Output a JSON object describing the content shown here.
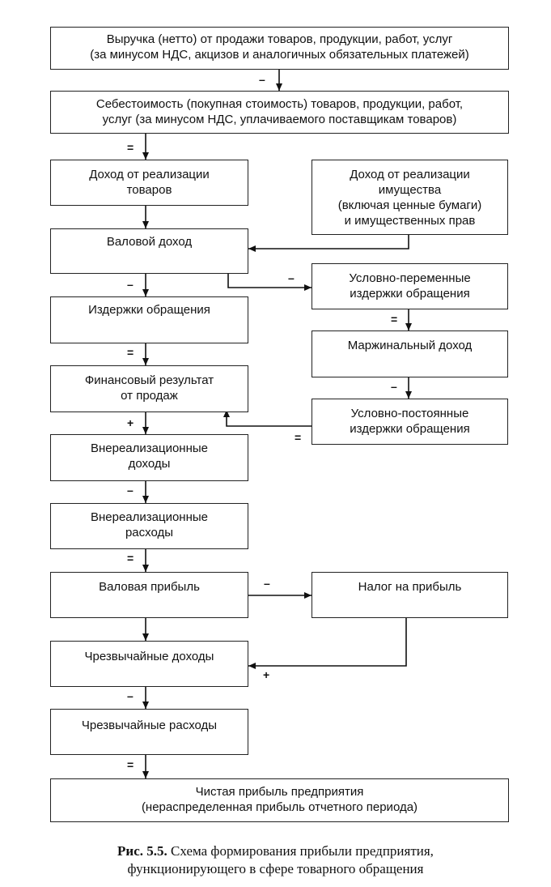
{
  "boxes": {
    "revenue": "Выручка (нетто) от продажи товаров, продукции, работ, услуг\n(за минусом НДС, акцизов и аналогичных обязательных платежей)",
    "cost": "Себестоимость (покупная стоимость) товаров, продукции, работ,\nуслуг (за минусом НДС, уплачиваемого поставщикам товаров)",
    "sales_income": "Доход от реализации\nтоваров",
    "property_income": "Доход от реализации\nимущества\n(включая ценные бумаги)\nи имущественных прав",
    "gross_income": "Валовой доход",
    "variable_costs": "Условно-переменные\nиздержки обращения",
    "distribution_costs": "Издержки обращения",
    "marginal_income": "Маржинальный доход",
    "sales_result": "Финансовый результат\nот продаж",
    "fixed_costs": "Условно-постоянные\nиздержки обращения",
    "nonop_income": "Внереализационные\nдоходы",
    "nonop_expenses": "Внереализационные\nрасходы",
    "gross_profit": "Валовая прибыль",
    "profit_tax": "Налог на прибыль",
    "extra_income": "Чрезвычайные доходы",
    "extra_expenses": "Чрезвычайные расходы",
    "net_profit": "Чистая прибыль предприятия\n(нераспределенная прибыль отчетного периода)"
  },
  "operators": {
    "minus": "–",
    "equals": "=",
    "plus": "+"
  },
  "caption": {
    "label": "Рис. 5.5.",
    "text": " Схема формирования прибыли предприятия,\nфункционирующего в сфере товарного обращения"
  }
}
